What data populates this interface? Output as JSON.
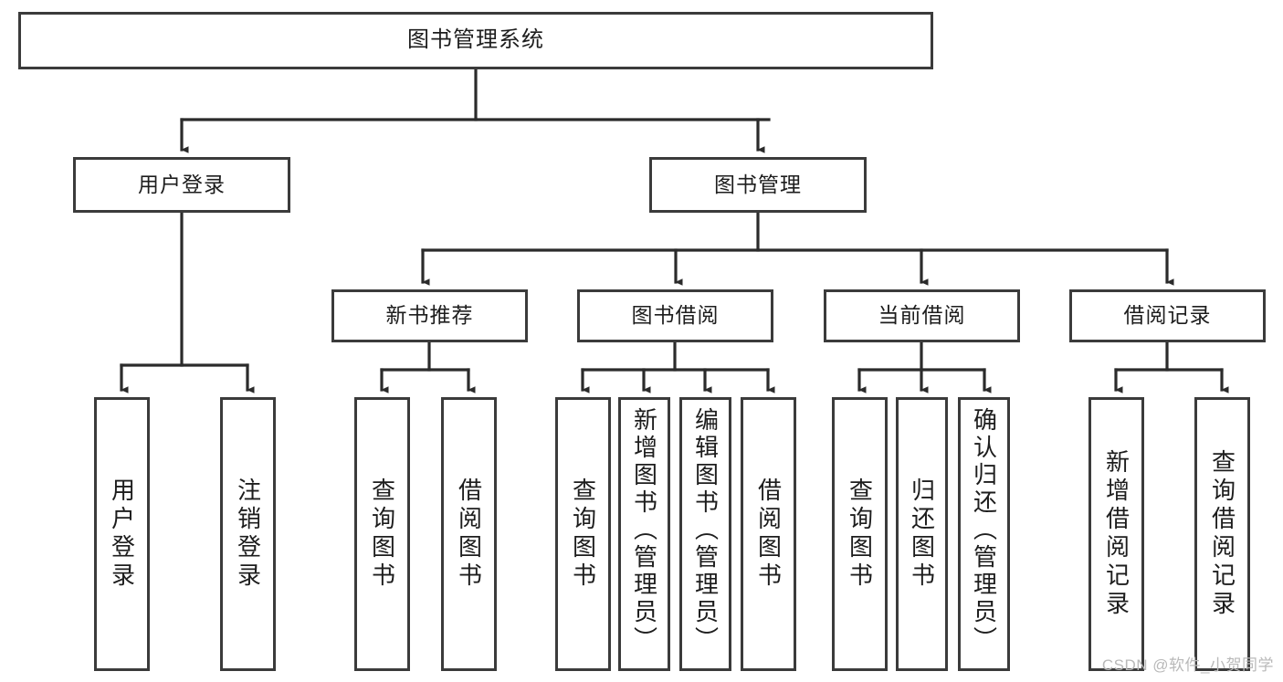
{
  "diagram": {
    "type": "tree",
    "title": "图书管理系统",
    "theme": {
      "background": "#ffffff",
      "box_border": "#3b3b3b",
      "box_fill": "#ffffff",
      "edge_color": "#2b2b2b",
      "text_color": "#1d1d1d",
      "watermark_color": "#b9b9b9"
    },
    "watermark": "CSDN @软件_小贺同学",
    "nodes": {
      "root": {
        "label": "图书管理系统",
        "level": 0
      },
      "user_login": {
        "label": "用户登录",
        "level": 1
      },
      "book_mgmt": {
        "label": "图书管理",
        "level": 1
      },
      "new_book_rec": {
        "label": "新书推荐",
        "level": 2
      },
      "book_borrow": {
        "label": "图书借阅",
        "level": 2
      },
      "current_borrow": {
        "label": "当前借阅",
        "level": 2
      },
      "borrow_record": {
        "label": "借阅记录",
        "level": 2
      },
      "leaf_user_login": {
        "label": "用户登录",
        "level": 3
      },
      "leaf_logout": {
        "label": "注销登录",
        "level": 3
      },
      "leaf_query_book_a": {
        "label": "查询图书",
        "level": 3
      },
      "leaf_borrow_book_a": {
        "label": "借阅图书",
        "level": 3
      },
      "leaf_query_book_b": {
        "label": "查询图书",
        "level": 3
      },
      "leaf_add_book": {
        "label": "新增图书（管理员）",
        "level": 3
      },
      "leaf_edit_book": {
        "label": "编辑图书（管理员）",
        "level": 3
      },
      "leaf_borrow_book_b": {
        "label": "借阅图书",
        "level": 3
      },
      "leaf_query_book_c": {
        "label": "查询图书",
        "level": 3
      },
      "leaf_return_book": {
        "label": "归还图书",
        "level": 3
      },
      "leaf_confirm_return": {
        "label": "确认归还（管理员）",
        "level": 3
      },
      "leaf_add_record": {
        "label": "新增借阅记录",
        "level": 3
      },
      "leaf_query_record": {
        "label": "查询借阅记录",
        "level": 3
      }
    },
    "edges": [
      {
        "from": "root",
        "to": "user_login"
      },
      {
        "from": "root",
        "to": "book_mgmt"
      },
      {
        "from": "user_login",
        "to": "leaf_user_login"
      },
      {
        "from": "user_login",
        "to": "leaf_logout"
      },
      {
        "from": "book_mgmt",
        "to": "new_book_rec"
      },
      {
        "from": "book_mgmt",
        "to": "book_borrow"
      },
      {
        "from": "book_mgmt",
        "to": "current_borrow"
      },
      {
        "from": "book_mgmt",
        "to": "borrow_record"
      },
      {
        "from": "new_book_rec",
        "to": "leaf_query_book_a"
      },
      {
        "from": "new_book_rec",
        "to": "leaf_borrow_book_a"
      },
      {
        "from": "book_borrow",
        "to": "leaf_query_book_b"
      },
      {
        "from": "book_borrow",
        "to": "leaf_add_book"
      },
      {
        "from": "book_borrow",
        "to": "leaf_edit_book"
      },
      {
        "from": "book_borrow",
        "to": "leaf_borrow_book_b"
      },
      {
        "from": "current_borrow",
        "to": "leaf_query_book_c"
      },
      {
        "from": "current_borrow",
        "to": "leaf_return_book"
      },
      {
        "from": "current_borrow",
        "to": "leaf_confirm_return"
      },
      {
        "from": "borrow_record",
        "to": "leaf_add_record"
      },
      {
        "from": "borrow_record",
        "to": "leaf_query_record"
      }
    ]
  }
}
